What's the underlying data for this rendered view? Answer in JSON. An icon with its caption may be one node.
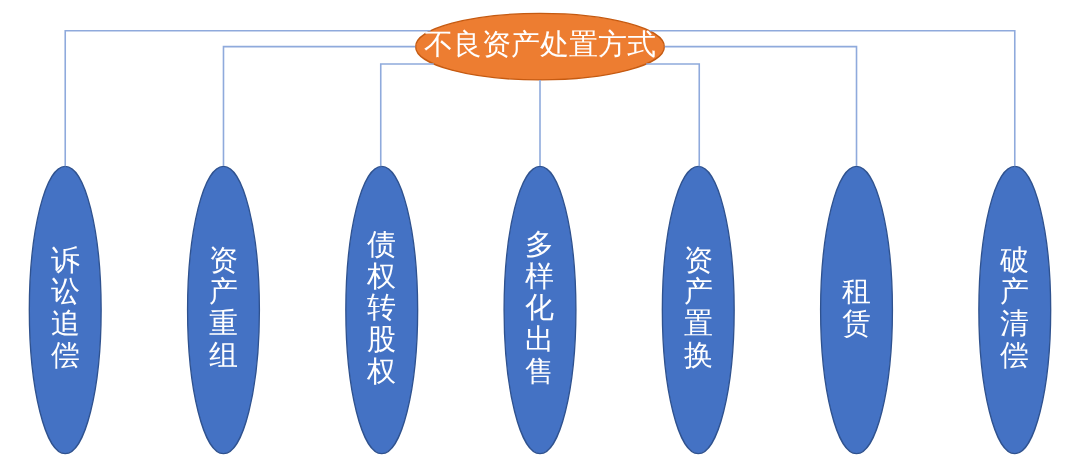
{
  "diagram": {
    "nodes": [
      {
        "text": [
          "不良资产处置方式"
        ]
      },
      {
        "text": [
          "诉讼追偿"
        ]
      },
      {
        "text": [
          "资产重组"
        ]
      },
      {
        "text": [
          "债权转股权"
        ]
      },
      {
        "text": [
          "多样化出售"
        ]
      },
      {
        "text": [
          "资产置换"
        ]
      },
      {
        "text": [
          "租赁"
        ]
      },
      {
        "text": [
          "破产清偿"
        ]
      }
    ],
    "edges": [
      {
        "from": 0,
        "to": 1,
        "arrow": "none"
      },
      {
        "from": 0,
        "to": 2,
        "arrow": "none"
      },
      {
        "from": 0,
        "to": 3,
        "arrow": "none"
      },
      {
        "from": 0,
        "to": 4,
        "arrow": "none"
      },
      {
        "from": 0,
        "to": 5,
        "arrow": "none"
      },
      {
        "from": 0,
        "to": 6,
        "arrow": "none"
      },
      {
        "from": 0,
        "to": 7,
        "arrow": "none"
      }
    ]
  }
}
